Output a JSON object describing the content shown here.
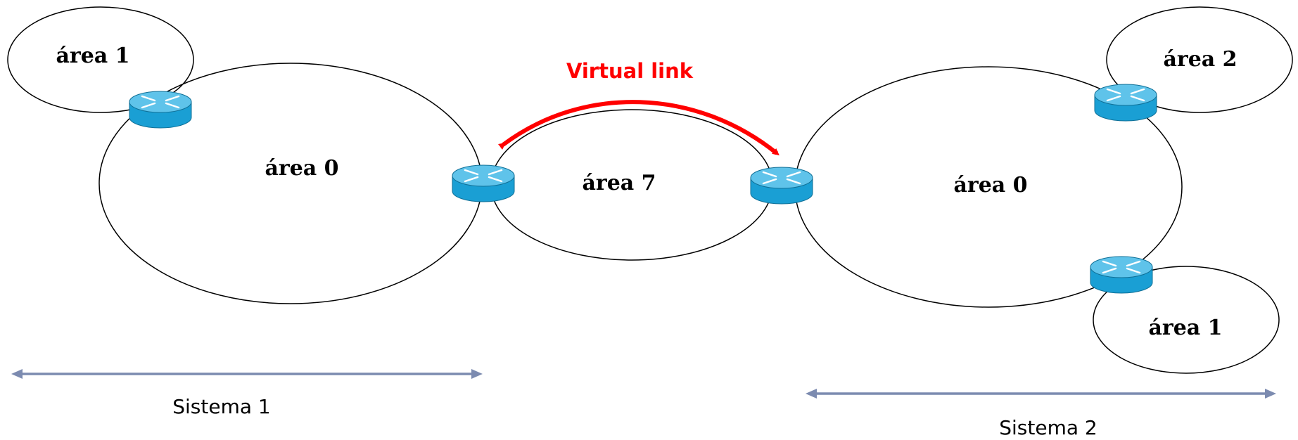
{
  "diagram": {
    "areas": {
      "s1_area1": "área 1",
      "s1_area0": "área 0",
      "area7": "área 7",
      "s2_area0": "área 0",
      "s2_area2": "área 2",
      "s2_area1": "área 1"
    },
    "virtual_link": {
      "label": "Virtual link",
      "color": "#ff0000"
    },
    "systems": {
      "system1": "Sistema 1",
      "system2": "Sistema 2"
    },
    "colors": {
      "router_body": "#1a9fd4",
      "router_top": "#5fc3ea",
      "span_arrow": "#7c8bb0"
    }
  }
}
